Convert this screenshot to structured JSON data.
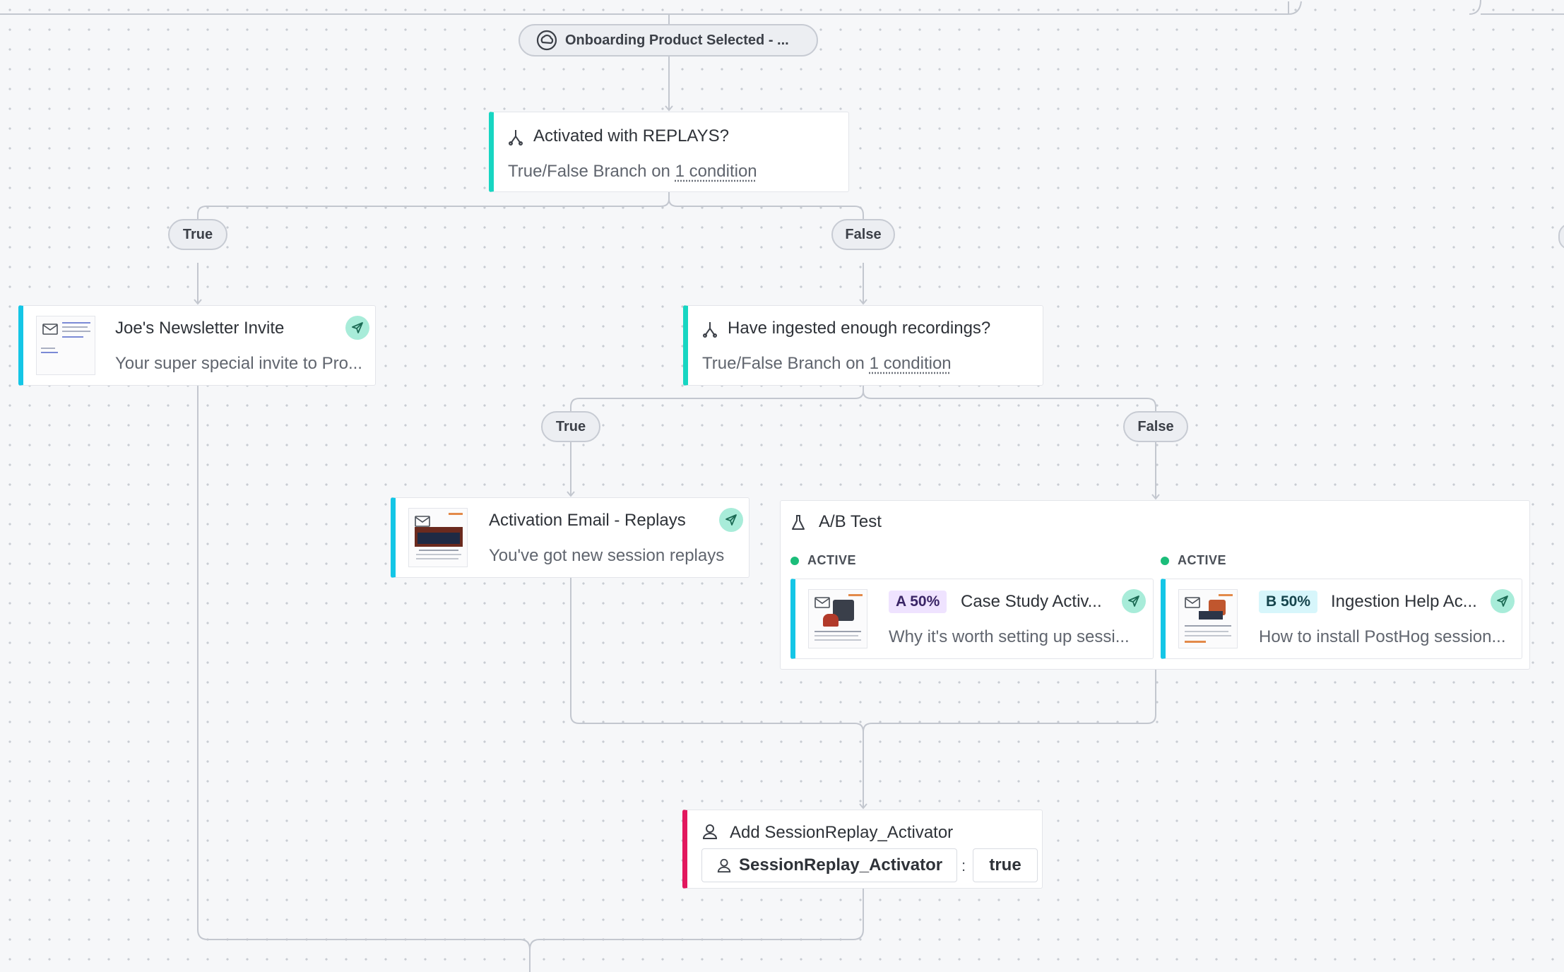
{
  "trigger": {
    "label": "Onboarding Product Selected - ...",
    "icon": "trigger-icon"
  },
  "branch1": {
    "title": "Activated with REPLAYS?",
    "subtitle_prefix": "True/False Branch on ",
    "condition_link": "1 condition",
    "icon": "branch-icon"
  },
  "labels": {
    "true": "True",
    "false": "False"
  },
  "branch2": {
    "title": "Have ingested enough recordings?",
    "subtitle_prefix": "True/False Branch on ",
    "condition_link": "1 condition",
    "icon": "branch-icon"
  },
  "email_newsletter": {
    "title": "Joe's Newsletter Invite",
    "subtitle": "Your super special invite to Pro...",
    "icon": "envelope-icon",
    "action_icon": "send-icon"
  },
  "email_activation": {
    "title": "Activation Email - Replays",
    "subtitle": "You've got new session replays",
    "icon": "envelope-icon",
    "action_icon": "send-icon"
  },
  "ab_test": {
    "title": "A/B Test",
    "icon": "flask-icon",
    "variants": [
      {
        "status": "ACTIVE",
        "badge": "A 50%",
        "title": "Case Study Activ...",
        "subtitle": "Why it's worth setting up sessi..."
      },
      {
        "status": "ACTIVE",
        "badge": "B 50%",
        "title": "Ingestion Help Ac...",
        "subtitle": "How to install PostHog session..."
      }
    ]
  },
  "add_property": {
    "title": "Add SessionReplay_Activator",
    "property": "SessionReplay_Activator",
    "separator": ":",
    "value": "true",
    "icon": "person-icon"
  },
  "colors": {
    "accent_teal": "#17d6c2",
    "accent_cyan": "#14c6e6",
    "accent_pink": "#e2185e",
    "active_green": "#1bbd7a",
    "send_bg": "#a8ecd9"
  }
}
